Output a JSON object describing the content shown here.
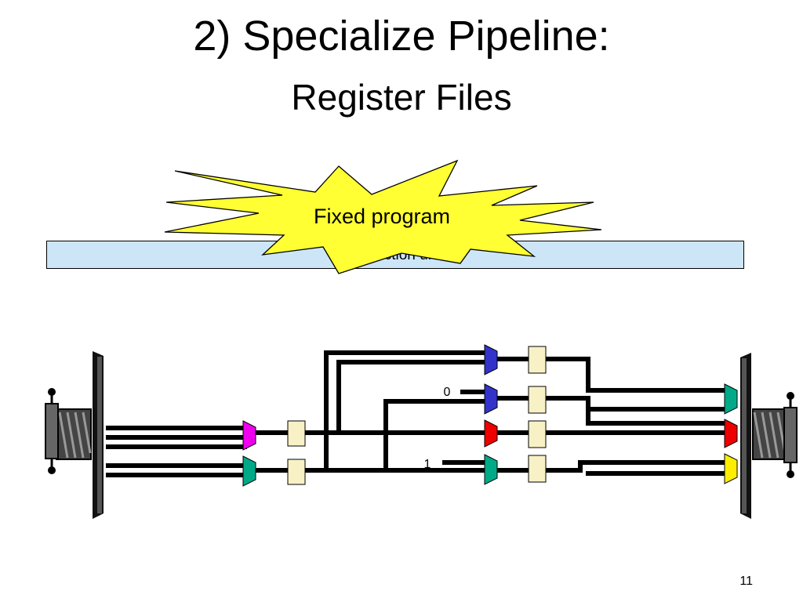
{
  "slide": {
    "title": "2) Specialize Pipeline:",
    "subtitle": "Register Files",
    "page_number": "11"
  },
  "diagram": {
    "instruction_unit_label": "Instruction unit",
    "callout_text": "Fixed program",
    "constant_zero": "0",
    "constant_one": "1",
    "colors": {
      "bar": "#cce6f8",
      "burst": "#ffff33",
      "latch": "#f8f1c6",
      "magenta_mux": "#ee00ee",
      "teal_mux": "#00aa88",
      "blue_mux": "#3333cc",
      "red_mux": "#ee0000",
      "yellow_mux": "#ffee00"
    }
  }
}
